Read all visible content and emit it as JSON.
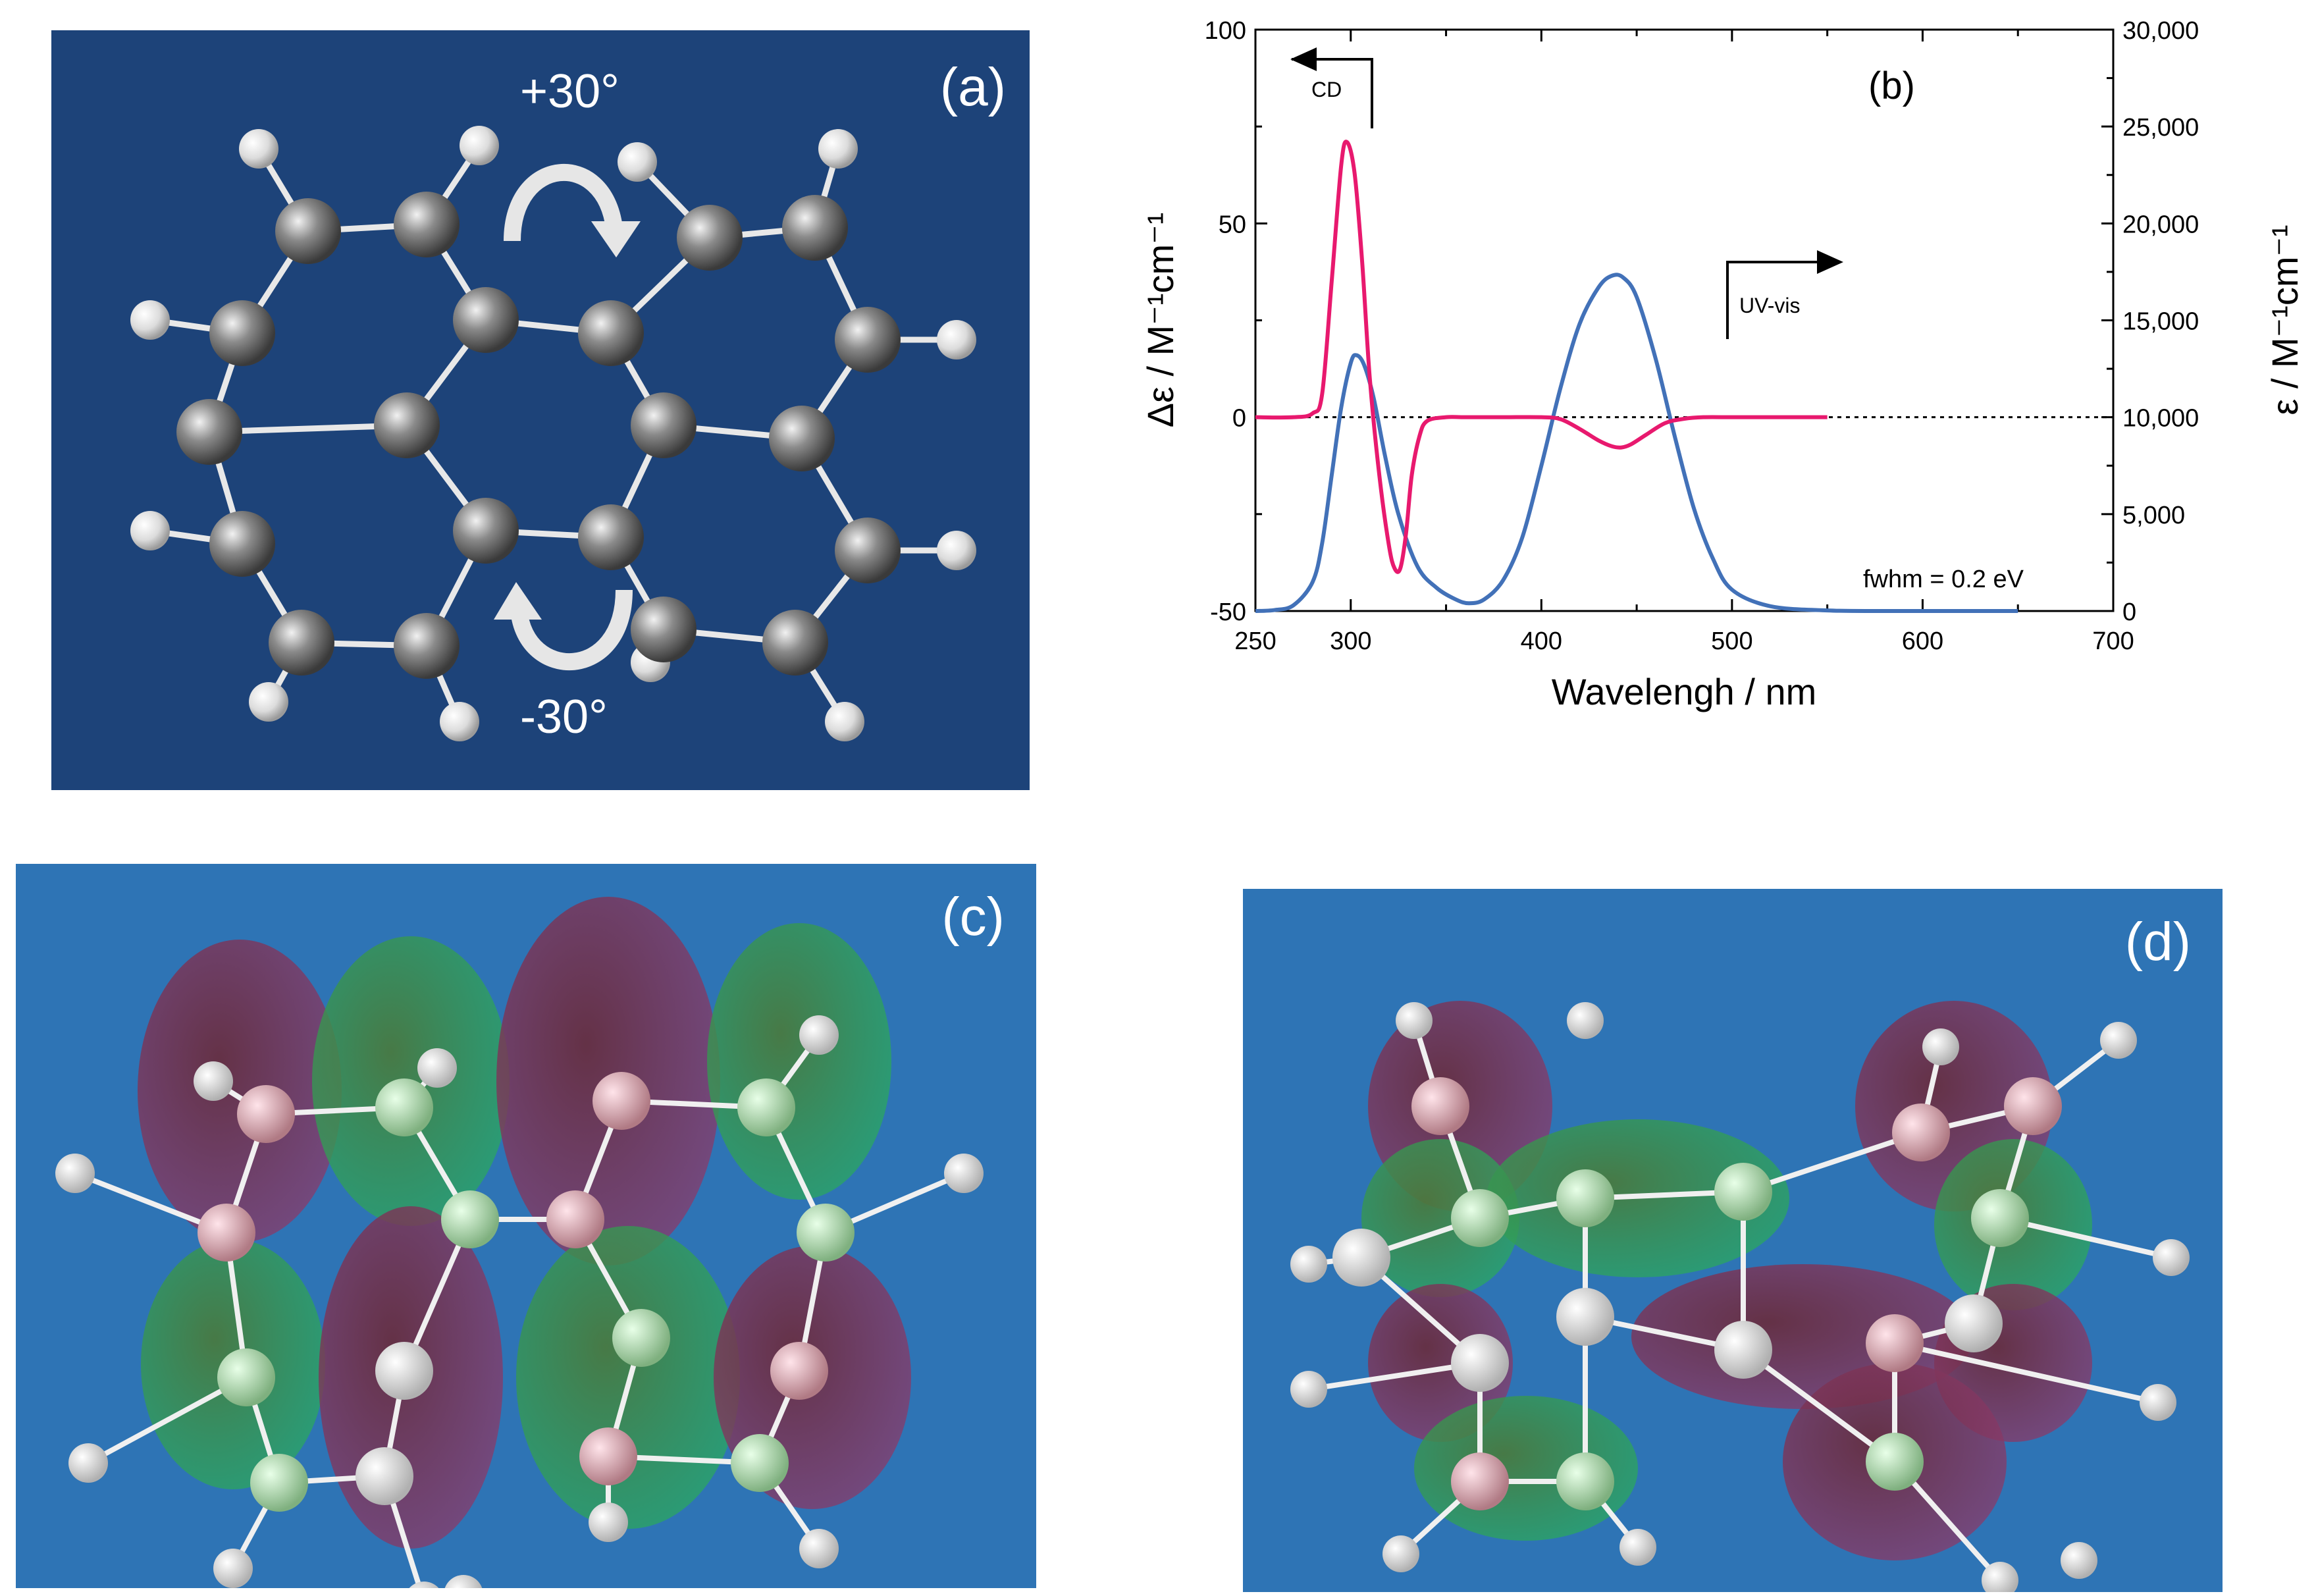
{
  "panels": {
    "a": {
      "label": "(a)",
      "rotation_top": "+30°",
      "rotation_bottom": "-30°"
    },
    "c": {
      "label": "(c)"
    },
    "d": {
      "label": "(d)"
    }
  },
  "chart_data": {
    "type": "line",
    "panel_label": "(b)",
    "xlabel": "Wavelengh / nm",
    "ylabel_left": "Δε / M⁻¹cm⁻¹",
    "ylabel_right": "ε / M⁻¹cm⁻¹",
    "xlim": [
      250,
      700
    ],
    "ylim_left": [
      -50,
      100
    ],
    "ylim_right": [
      0,
      30000
    ],
    "xticks": [
      "250",
      "300",
      "400",
      "500",
      "600",
      "700"
    ],
    "xtick_values": [
      250,
      300,
      400,
      500,
      600,
      700
    ],
    "yticks_left": [
      "-50",
      "0",
      "50",
      "100"
    ],
    "yticks_left_values": [
      -50,
      0,
      50,
      100
    ],
    "yticks_right": [
      "0",
      "5,000",
      "10,000",
      "15,000",
      "20,000",
      "25,000",
      "30,000"
    ],
    "yticks_right_values": [
      0,
      5000,
      10000,
      15000,
      20000,
      25000,
      30000
    ],
    "annotations": {
      "cd": "CD",
      "uvvis": "UV-vis",
      "fwhm": "fwhm = 0.2 eV"
    },
    "zero_line": 0,
    "series": [
      {
        "name": "CD",
        "axis": "left",
        "color": "#e8196e",
        "x": [
          250,
          270,
          280,
          285,
          290,
          295,
          298,
          302,
          306,
          310,
          315,
          320,
          323,
          326,
          329,
          332,
          336,
          340,
          350,
          360,
          380,
          400,
          410,
          420,
          430,
          437,
          442,
          447,
          455,
          465,
          475,
          485,
          500,
          520,
          550
        ],
        "y": [
          0,
          0,
          1,
          6,
          35,
          65,
          71,
          63,
          40,
          10,
          -15,
          -33,
          -39,
          -39,
          -30,
          -15,
          -5,
          -1,
          0,
          0,
          0,
          0,
          -0.5,
          -3,
          -6,
          -7.5,
          -7.8,
          -7,
          -4.5,
          -1.5,
          -0.4,
          0,
          0,
          0,
          0
        ]
      },
      {
        "name": "UV-vis",
        "axis": "right",
        "color": "#4271b8",
        "x": [
          250,
          260,
          270,
          280,
          285,
          290,
          295,
          300,
          303,
          307,
          312,
          318,
          325,
          335,
          345,
          355,
          362,
          370,
          380,
          390,
          400,
          410,
          420,
          430,
          437,
          443,
          450,
          460,
          470,
          480,
          490,
          500,
          520,
          550,
          580,
          620,
          650
        ],
        "y": [
          0,
          50,
          300,
          1500,
          3500,
          7000,
          10500,
          12800,
          13200,
          12700,
          11000,
          8000,
          5000,
          2300,
          1200,
          600,
          400,
          600,
          1600,
          3800,
          7500,
          11500,
          14800,
          16700,
          17300,
          17200,
          16200,
          13000,
          9000,
          5300,
          2700,
          1100,
          250,
          30,
          0,
          0,
          0
        ]
      }
    ]
  }
}
